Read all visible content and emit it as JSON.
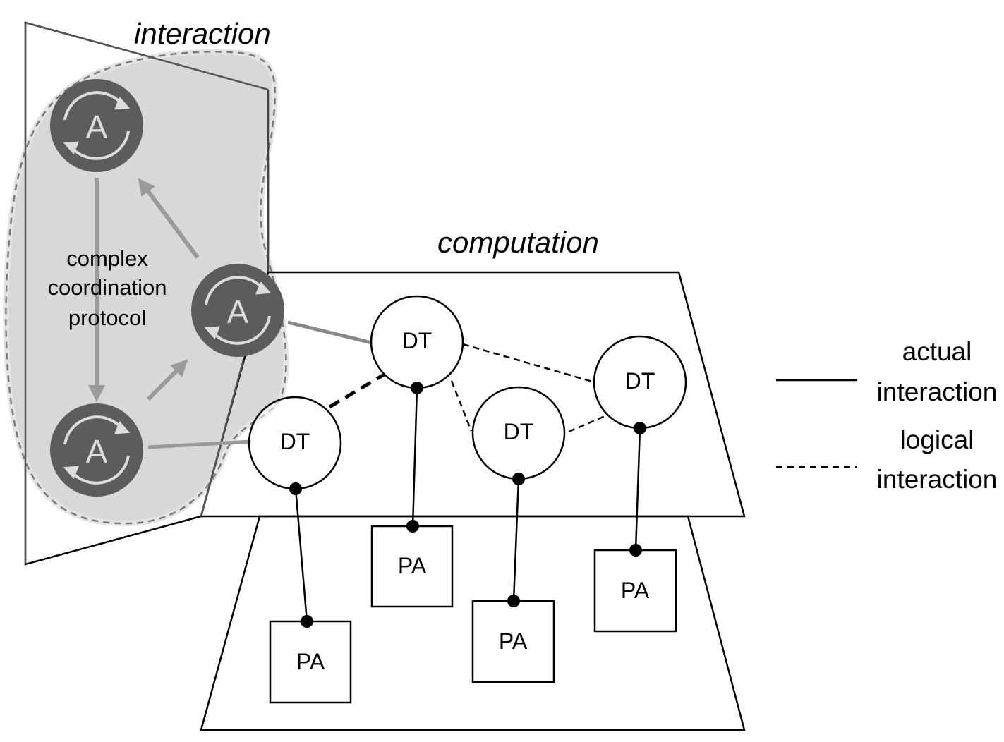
{
  "planes": {
    "interaction": {
      "title": "interaction"
    },
    "computation": {
      "title": "computation"
    },
    "physical": {
      "title": ""
    }
  },
  "protocol_label": [
    "complex",
    "coordination",
    "protocol"
  ],
  "agents": [
    {
      "id": "a1",
      "label": "A"
    },
    {
      "id": "a2",
      "label": "A"
    },
    {
      "id": "a3",
      "label": "A"
    }
  ],
  "digital_twins": [
    {
      "id": "dt1",
      "label": "DT"
    },
    {
      "id": "dt2",
      "label": "DT"
    },
    {
      "id": "dt3",
      "label": "DT"
    },
    {
      "id": "dt4",
      "label": "DT"
    }
  ],
  "physical_assets": [
    {
      "id": "pa1",
      "label": "PA",
      "twin": "dt2"
    },
    {
      "id": "pa2",
      "label": "PA",
      "twin": "dt1"
    },
    {
      "id": "pa3",
      "label": "PA",
      "twin": "dt3"
    },
    {
      "id": "pa4",
      "label": "PA",
      "twin": "dt4"
    }
  ],
  "edges": {
    "actual": [
      [
        "a2",
        "dt1"
      ],
      [
        "a3",
        "dt2"
      ],
      [
        "dt1",
        "pa2"
      ],
      [
        "dt2",
        "pa1"
      ],
      [
        "dt3",
        "pa3"
      ],
      [
        "dt4",
        "pa4"
      ]
    ],
    "logical": [
      [
        "dt1",
        "dt2"
      ],
      [
        "dt1",
        "dt3"
      ],
      [
        "dt1",
        "dt4"
      ],
      [
        "dt3",
        "dt4"
      ]
    ],
    "coordination": [
      [
        "a1",
        "a3"
      ],
      [
        "a3",
        "a2"
      ],
      [
        "a2",
        "a1"
      ]
    ]
  },
  "legend": {
    "actual": [
      "actual",
      "interaction"
    ],
    "logical": [
      "logical",
      "interaction"
    ]
  },
  "colors": {
    "agent_fill": "#5c5c5c",
    "agent_glyph": "#dcdcdc",
    "blob_fill": "#d8d8d8",
    "blob_stroke": "#7a7a7a",
    "arrow": "#9a9a9a",
    "line": "#000000"
  }
}
